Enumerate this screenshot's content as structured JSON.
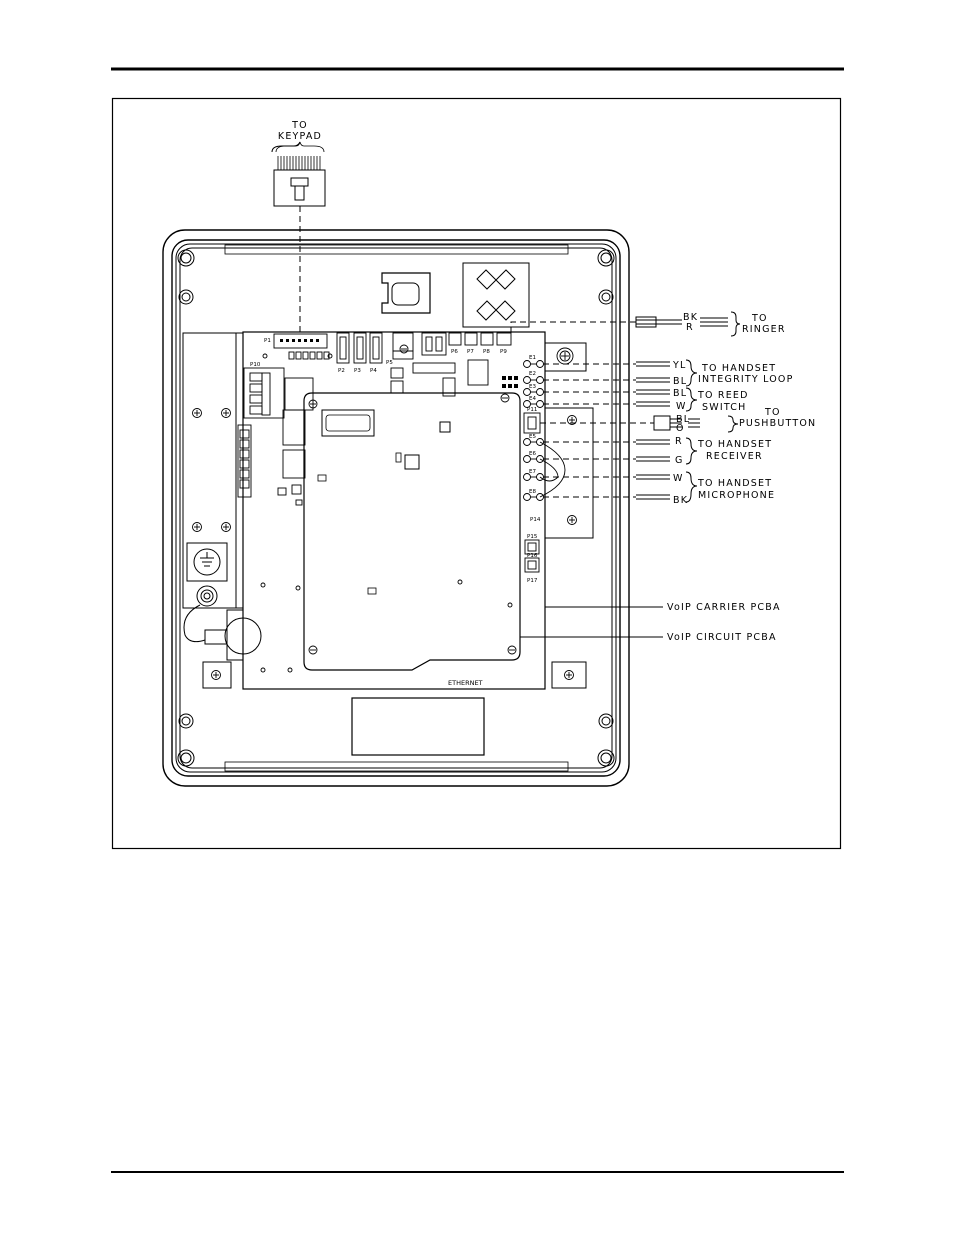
{
  "keypad": {
    "to": "TO",
    "name": "KEYPAD"
  },
  "ringer": {
    "wire1": "BK",
    "wire2": "R",
    "to": "TO",
    "name": "RINGER"
  },
  "integrity": {
    "wire1": "YL",
    "wire2": "BL",
    "line1": "TO HANDSET",
    "line2": "INTEGRITY LOOP"
  },
  "reed": {
    "wire1": "BL",
    "wire2": "W",
    "line1": "TO REED",
    "line2": "SWITCH"
  },
  "pushbutton": {
    "wire1": "BL",
    "wire2": "O",
    "to": "TO",
    "name": "PUSHBUTTON"
  },
  "receiver": {
    "wire1": "R",
    "wire2": "G",
    "line1": "TO HANDSET",
    "line2": "RECEIVER"
  },
  "microphone": {
    "wire1": "W",
    "wire2": "BK",
    "line1": "TO HANDSET",
    "line2": "MICROPHONE"
  },
  "pcba": {
    "carrier": "VoIP CARRIER PCBA",
    "circuit": "VoIP CIRCUIT PCBA",
    "ethernet": "ETHERNET"
  },
  "connectors": {
    "p1": "P1",
    "p2": "P2",
    "p3": "P3",
    "p4": "P4",
    "p5": "P5",
    "p6": "P6",
    "p7": "P7",
    "p8": "P8",
    "p9": "P9",
    "p10": "P10",
    "p11": "P11",
    "p14": "P14",
    "p15": "P15",
    "p16": "P16",
    "p17": "P17",
    "e1": "E1",
    "e2": "E2",
    "e3": "E3",
    "e4": "E4",
    "e5": "E5",
    "e6": "E6",
    "e7": "E7",
    "e8": "E8"
  }
}
